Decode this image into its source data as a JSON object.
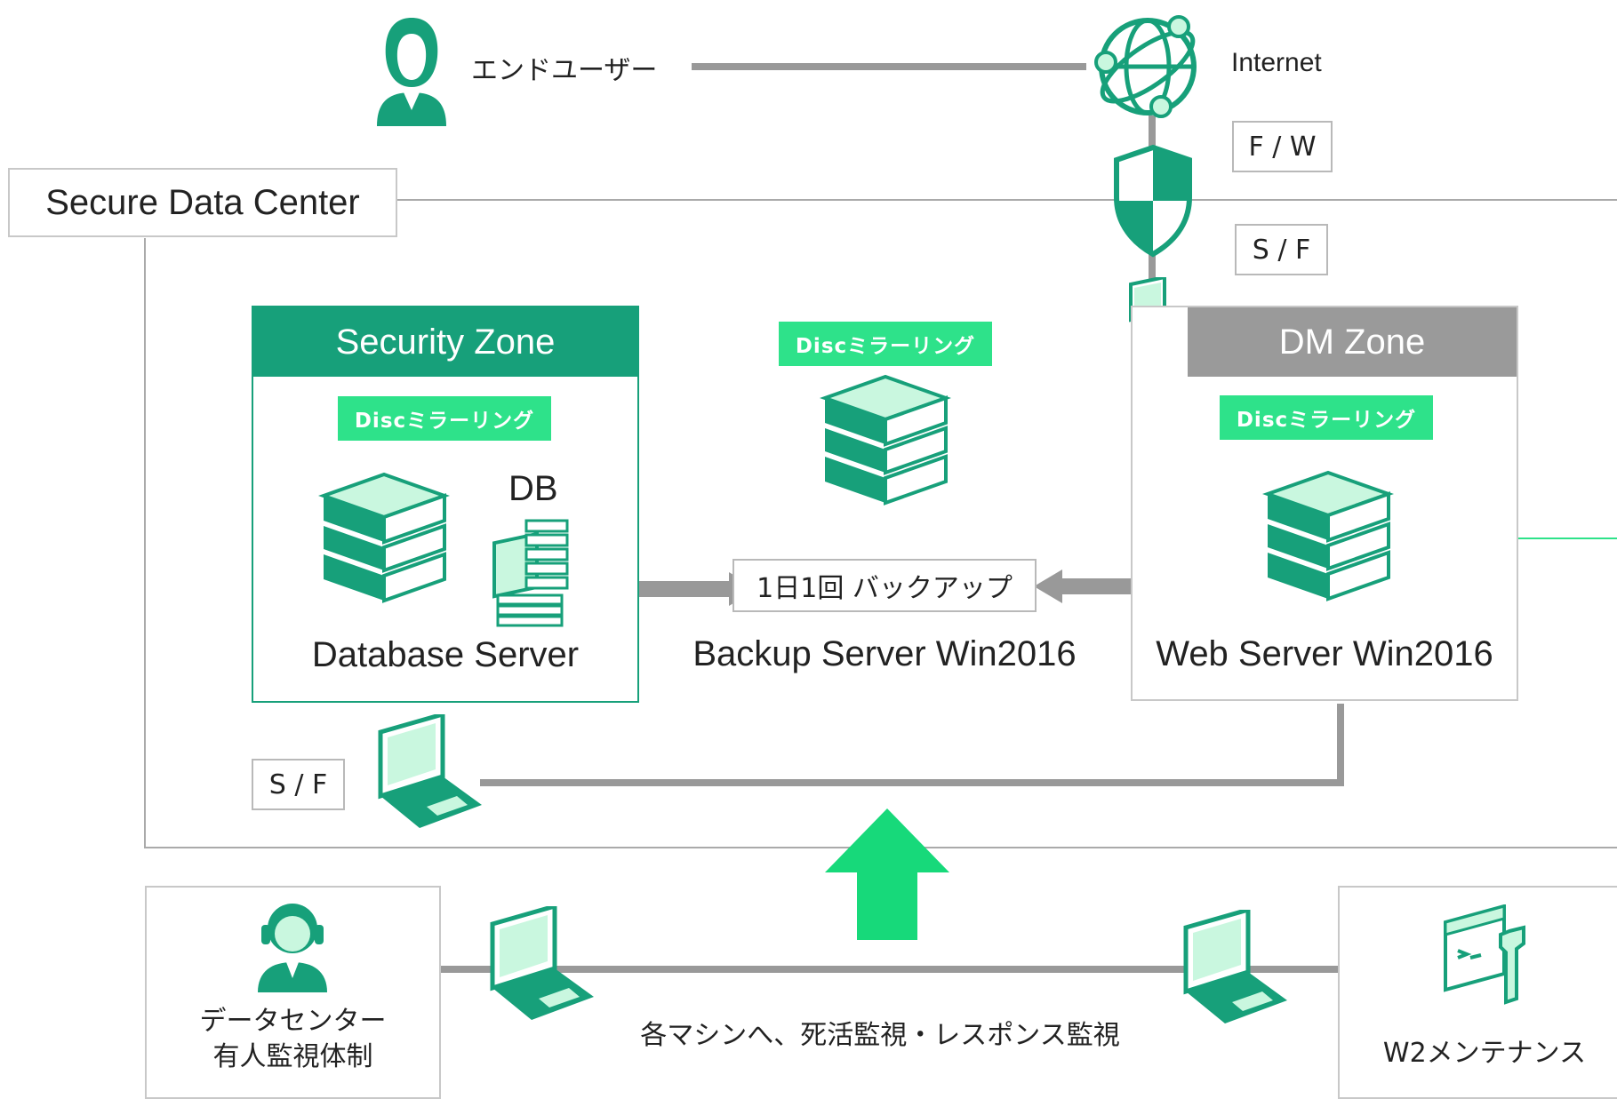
{
  "top": {
    "end_user_label": "エンドユーザー",
    "internet_label": "Internet",
    "fw_label": "F / W",
    "sf_top_label": "S / F"
  },
  "datacenter": {
    "title": "Secure Data Center"
  },
  "security_zone": {
    "title": "Security Zone",
    "mirror_tag": "Discミラーリング",
    "db_label": "DB",
    "server_label": "Database Server"
  },
  "backup": {
    "mirror_tag": "Discミラーリング",
    "schedule_label": "1日1回 バックアップ",
    "server_label": "Backup Server Win2016"
  },
  "dm_zone": {
    "title": "DM Zone",
    "mirror_tag": "Discミラーリング",
    "server_label": "Web Server Win2016"
  },
  "bottom": {
    "sf_label": "S / F",
    "operator_line1": "データセンター",
    "operator_line2": "有人監視体制",
    "monitoring_label": "各マシンへ、死活監視・レスポンス監視",
    "maintenance_label": "W2メンテナンス"
  },
  "colors": {
    "green_dark": "#17a07a",
    "green_light": "#2ee28a",
    "zone_gray": "#9a9a9a",
    "line_gray": "#999999"
  }
}
